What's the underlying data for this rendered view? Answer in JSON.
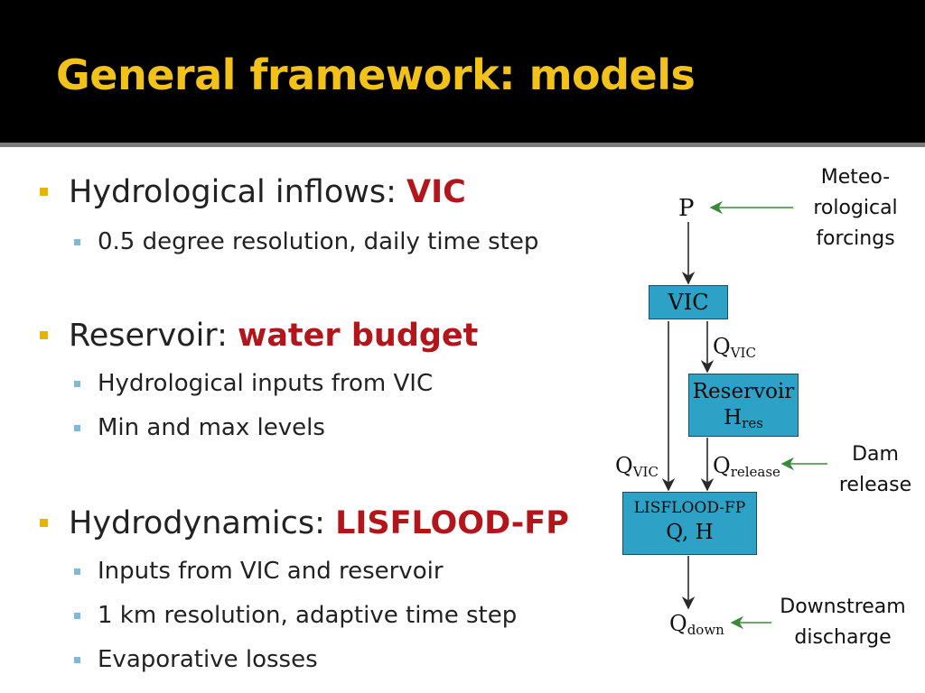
{
  "title": "General framework: models",
  "sections": [
    {
      "label": "Hydrological inflows: ",
      "highlight": "VIC",
      "items": [
        "0.5 degree resolution, daily time step"
      ]
    },
    {
      "label": "Reservoir: ",
      "highlight": "water budget",
      "items": [
        "Hydrological inputs from VIC",
        "Min and max levels"
      ]
    },
    {
      "label": "Hydrodynamics: ",
      "highlight": "LISFLOOD-FP",
      "items": [
        "Inputs from VIC and reservoir",
        "1 km resolution, adaptive time step",
        "Evaporative losses"
      ]
    }
  ],
  "diagram": {
    "input_p": "P",
    "vic_box": "VIC",
    "q_vic_1": {
      "main": "Q",
      "sub": "VIC"
    },
    "reservoir_box": {
      "line1": "Reservoir",
      "line2_main": "H",
      "line2_sub": "res"
    },
    "q_vic_2": {
      "main": "Q",
      "sub": "VIC"
    },
    "q_release": {
      "main": "Q",
      "sub": "release"
    },
    "lisflood_box": {
      "line1": "LISFLOOD-FP",
      "line2": "Q, H"
    },
    "q_down": {
      "main": "Q",
      "sub": "down"
    },
    "notes": {
      "meteo": [
        "Meteo-",
        "rological",
        "forcings"
      ],
      "dam": [
        "Dam",
        "release"
      ],
      "downstream": [
        "Downstream",
        "discharge"
      ]
    }
  },
  "colors": {
    "title": "#f2c21b",
    "highlight": "#b3151b",
    "box_fill": "#2ea1c6",
    "input_arrow": "#3a8a3a",
    "bullet_l1": "#e8b400",
    "bullet_l2": "#7fb9d8"
  }
}
